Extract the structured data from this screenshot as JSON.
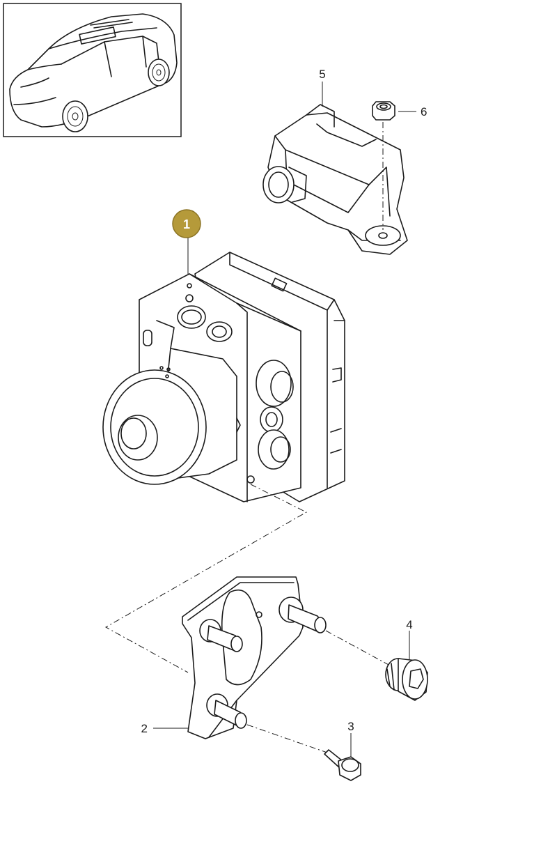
{
  "callouts": [
    {
      "id": "1",
      "label": "1",
      "highlighted": true
    },
    {
      "id": "2",
      "label": "2",
      "highlighted": false
    },
    {
      "id": "3",
      "label": "3",
      "highlighted": false
    },
    {
      "id": "4",
      "label": "4",
      "highlighted": false
    },
    {
      "id": "5",
      "label": "5",
      "highlighted": false
    },
    {
      "id": "6",
      "label": "6",
      "highlighted": false
    }
  ],
  "colors": {
    "highlight_badge": "#b59a3a",
    "line": "#1a1a1a",
    "background": "#ffffff"
  }
}
